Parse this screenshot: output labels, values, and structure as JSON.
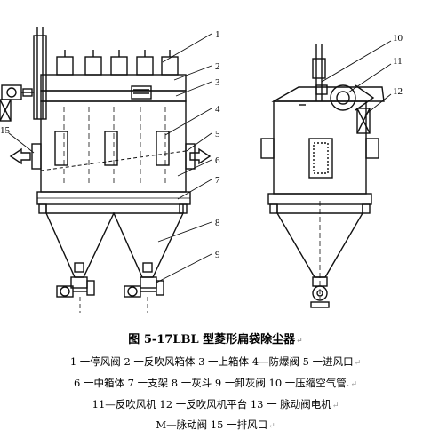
{
  "figure": {
    "title": "图 5-17LBL 型菱形扁袋除尘器",
    "legend_lines": [
      "1 一停风阀 2 一反吹风箱体 3 一上箱体 4—防爆阀 5 一进风口",
      "6 一中箱体 7 一支架 8 一灰斗 9 一卸灰阀 10 一压缩空气管.",
      "11—反吹风机 12 一反吹风机平台 13 一 脉动阀电机",
      "M—脉动阀 15 一排风口"
    ],
    "paragraph_mark": "↵"
  },
  "callouts": {
    "n1": "1",
    "n2": "2",
    "n3": "3",
    "n4": "4",
    "n5": "5",
    "n6": "6",
    "n7": "7",
    "n8": "8",
    "n9": "9",
    "n10": "10",
    "n11": "11",
    "n12": "12",
    "n15": "15"
  }
}
